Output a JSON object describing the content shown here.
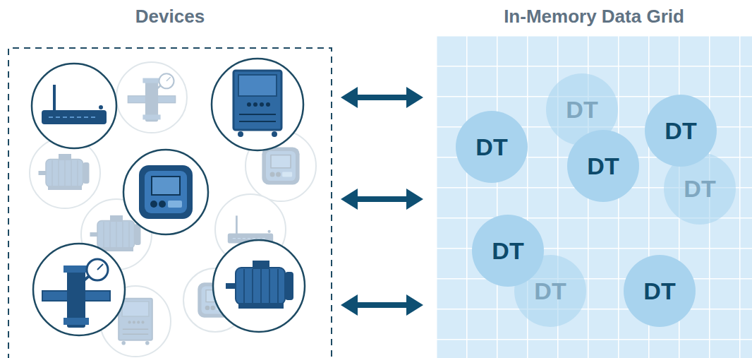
{
  "diagram": {
    "nodes": [
      {
        "text": [
          "Devices"
        ]
      },
      {
        "text": [
          "In-Memory Data Grid"
        ]
      },
      {
        "text": [
          "DT"
        ],
        "in": 1
      },
      {
        "text": [
          "DT"
        ],
        "in": 1
      },
      {
        "text": [
          "DT"
        ],
        "in": 1
      },
      {
        "text": [
          "DT"
        ],
        "in": 1
      },
      {
        "text": [
          "DT"
        ],
        "in": 1
      },
      {
        "text": [
          "DT"
        ],
        "in": 1
      },
      {
        "text": [
          "DT"
        ],
        "in": 1
      },
      {
        "text": [
          "DT"
        ],
        "in": 1
      }
    ],
    "edges": [
      {
        "from": 0,
        "to": 1,
        "arrow": "both"
      },
      {
        "from": 0,
        "to": 1,
        "arrow": "both"
      },
      {
        "from": 0,
        "to": 1,
        "arrow": "both"
      }
    ]
  }
}
